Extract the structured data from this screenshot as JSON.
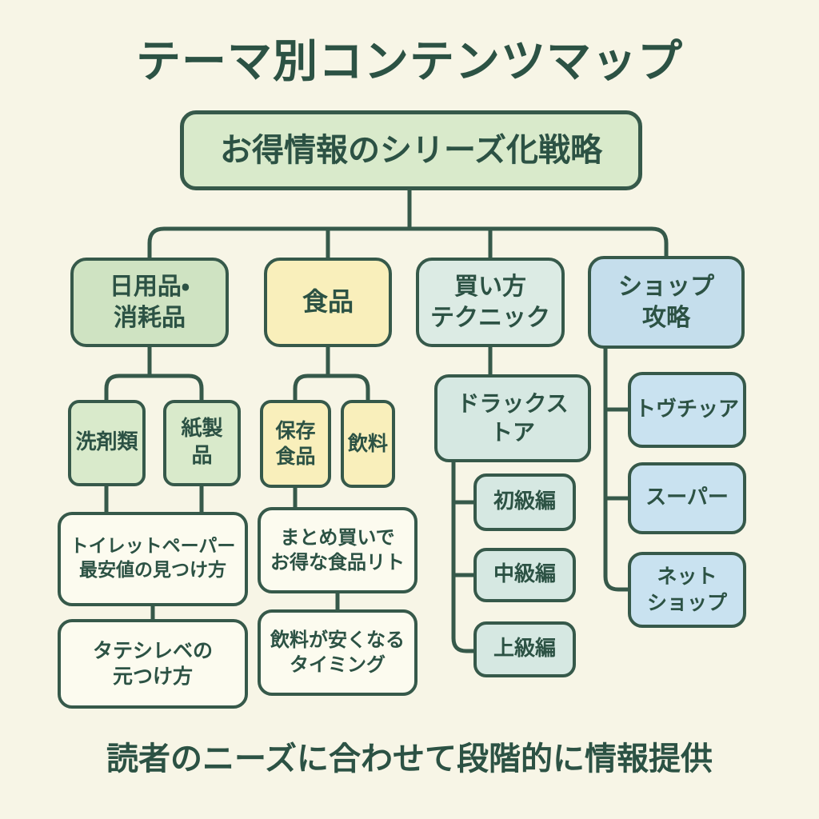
{
  "title": "テーマ別コンテンツマップ",
  "footer": "読者のニーズに合わせて段階的に情報提供",
  "colors": {
    "background": "#f7f5e6",
    "line": "#36594a",
    "text": "#2c5244",
    "green": "#cfe3c2",
    "green_light": "#d9eacb",
    "yellow": "#f9efbb",
    "teal": "#dcebe4",
    "teal_light": "#d6e8e2",
    "blue": "#c5deec",
    "blue_light": "#c9e2f0",
    "white": "#fcfbef"
  },
  "nodes": {
    "root": "お得情報のシリーズ化戦略",
    "daily": "日用品・\n消耗品",
    "food": "食品",
    "technique": "買い方\nテクニック",
    "shop": "ショップ\n攻略",
    "detergent": "洗剤類",
    "paper": "紙製\n品",
    "preserved": "保存\n食品",
    "drink": "飲料",
    "drugstore": "ドラックス\nトア",
    "toilet_paper": "トイレットペーパー\n最安値の見つけ方",
    "price_find": "タテシレベの\n元つけ方",
    "bulk_buy": "まとめ買いで\nお得な食品リト",
    "drink_timing": "飲料が安くなる\nタイミング",
    "level_beginner": "初級編",
    "level_intermediate": "中級編",
    "level_advanced": "上級編",
    "shop_drug": "トヴチッア",
    "shop_super": "スーパー",
    "shop_net": "ネット\nショップ"
  }
}
